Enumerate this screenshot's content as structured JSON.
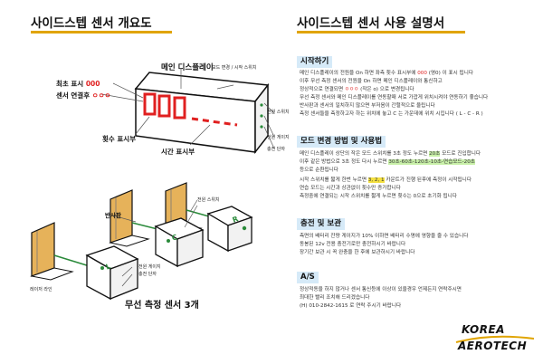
{
  "left": {
    "title": "사이드스텝 센서 개요도",
    "display_label": "메인 디스플레이",
    "first_label": "최초 표시",
    "first_value": "000",
    "connect_label": "센서 연결후",
    "connect_value": "ㅇㅇㅇ",
    "display_digits": "000",
    "reps_label": "횟수 표시부",
    "time_label": "시간 표시부",
    "mode_label": "모드 변경 / 시작 스위치",
    "power_switch": "전원 스위치",
    "power_gauge": "전원 게이지",
    "charge_port": "충전 단자",
    "reflector": "반사판",
    "laser_line": "레이저 라인",
    "sensor_power_gauge": "전원 게이지",
    "sensor_charge_port": "충전 단자",
    "sensor_power_switch": "전원 스위치",
    "sensor_letters": [
      "L",
      "C",
      "R"
    ],
    "bottom_label": "무선 측정 센서 3개"
  },
  "right": {
    "title": "사이드스텝 센서 사용 설명서",
    "sections": [
      {
        "heading": "시작하기",
        "lines": [
          "메인 디스플레이의 전원을 On 하면 좌측 횟수 표시부에 000 (영0) 이 표시 됩니다",
          "이후 무선 측정 센서의 전원을 On 하면 메인 디스플레이와 통신하고",
          "정상적으로 연결되면 ㅇㅇㅇ (작은 o) 으로 변경됩니다",
          "무선 측정 센서와 메인 디스플레이를 연동할때 서로 가깝게 위치시켜야 연동하기 좋습니다",
          "반사판과 센서의 일치하지 않으면 부저음이 간헐적으로 울립니다",
          "측정 센서들을 측정하고자 하는 위치에 놓고 C 는 가운데에 위치 시킵니다 ( L - C - R )"
        ]
      },
      {
        "heading": "모드 변경 방법 및 사용법",
        "lines": [
          "메인 디스플레이 상단의 작은 모드 스위치를 3초 정도 누르면 20초 모드로 진입합니다",
          "이후 같은 방법으로 3초 정도 다시 누르면 30초-60초-120초-10초-연습모드-20초",
          "등으로 순환됩니다",
          "시작 스위치를 짧게 한번 누르면 3, 2, 1 카운트가 진행 된후에 측정이 시작됩니다",
          "연습 모드는 시간과 상관없이 횟수만 증가합니다",
          "측정중에 연결되는 시작 스위치를 짧게 누르면 횟수는 0으로 초기화 됩니다"
        ]
      },
      {
        "heading": "충전 및 보관",
        "lines": [
          "측면의 배터리 잔량 게이지가 10% 이하면 배터리 수명에 영향을 줄 수 있습니다",
          "동봉된 12v 전용 충전기로만 충전하시기 바랍니다",
          "장기간 보관 시 꼭 완충을 한 후에 보관하시기 바랍니다"
        ]
      },
      {
        "heading": "A/S",
        "lines": [
          "정상적동을 하지 않거나 센서 통신등에 이상이 있을경우 언제든지 연락주시면",
          "최대한 빨리 조치해 드리겠습니다",
          "(H) 010-2842-1615 로 연락 주시기 바랍니다"
        ]
      }
    ]
  },
  "logo": {
    "line1": "KOREA",
    "line2": "AEROTECH"
  },
  "colors": {
    "accent": "#e0a400",
    "red": "#e02020",
    "section_bg": "#d6eaf8",
    "highlight": "#c8f0a8",
    "sensor_green": "#2a8a3a"
  }
}
